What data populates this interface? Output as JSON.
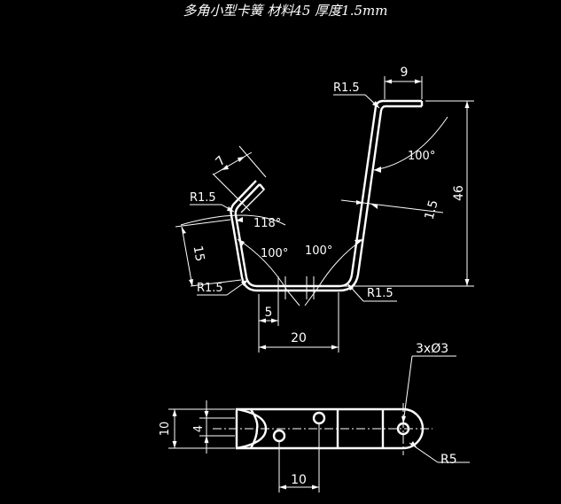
{
  "title": "多角小型卡簧 材料45 厚度1.5mm",
  "views": {
    "side": {
      "radius_labels": {
        "top_right": "R1.5",
        "upper_left": "R1.5",
        "bottom_left": "R1.5",
        "bottom_right": "R1.5"
      },
      "lengths": {
        "upper_tab": "7",
        "top_tab": "9",
        "height": "46",
        "left_leg": "15",
        "thickness": "1.5",
        "bottom_5": "5",
        "bottom_20": "20"
      },
      "angles": {
        "right_bend": "100°",
        "upper_left_bend": "118°",
        "bottom_left": "100°",
        "bottom_right": "100°"
      }
    },
    "top": {
      "holes": "3xØ3",
      "radius": "R5",
      "width_outer": "10",
      "width_inner": "4",
      "spacing": "10"
    }
  }
}
